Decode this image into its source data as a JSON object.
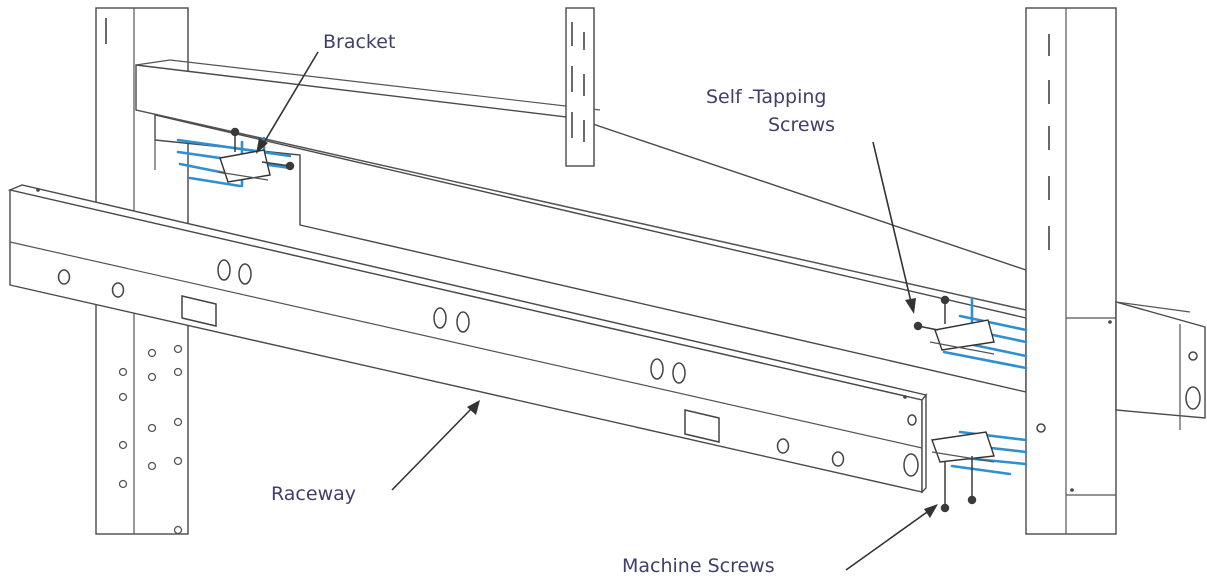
{
  "callouts": {
    "bracket": "Bracket",
    "self_tapping_line1": "Self -Tapping",
    "self_tapping_line2": "Screws",
    "raceway": "Raceway",
    "machine_screws": "Machine Screws"
  },
  "colors": {
    "line": "#4a4a4a",
    "cable": "#2f8fd0",
    "label_text": "#3f3f6b",
    "background": "#ffffff"
  }
}
